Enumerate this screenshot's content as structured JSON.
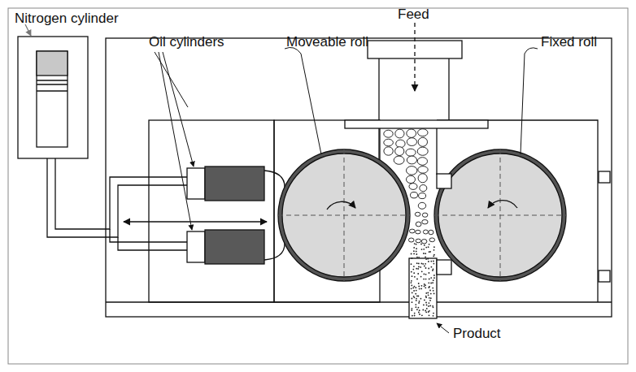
{
  "diagram": {
    "labels": [
      "Nitrogen cylinder",
      "Oil cylinders",
      "Moveable roll",
      "Feed",
      "Fixed roll",
      "Product"
    ]
  }
}
